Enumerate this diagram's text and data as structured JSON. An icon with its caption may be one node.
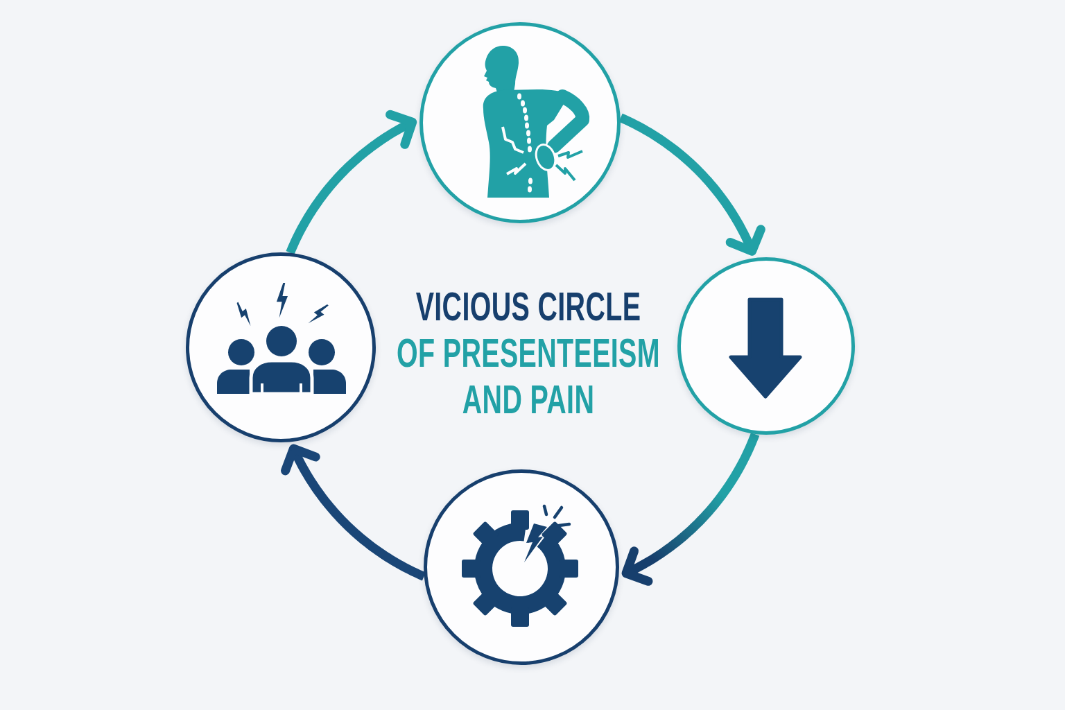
{
  "diagram": {
    "title": "VICIOUS CIRCLE OF PRESENTEEISM AND PAIN",
    "nodes": [
      {
        "text": [],
        "shape": "circle"
      },
      {
        "text": [],
        "shape": "circle"
      },
      {
        "text": [],
        "shape": "circle"
      },
      {
        "text": [],
        "shape": "circle"
      }
    ],
    "edges": [
      {
        "from": 0,
        "to": 2,
        "arrow": "to"
      },
      {
        "from": 2,
        "to": 3,
        "arrow": "to"
      },
      {
        "from": 3,
        "to": 1,
        "arrow": "to",
        "color": "#1a4677"
      },
      {
        "from": 1,
        "to": 0,
        "arrow": "to"
      }
    ]
  }
}
